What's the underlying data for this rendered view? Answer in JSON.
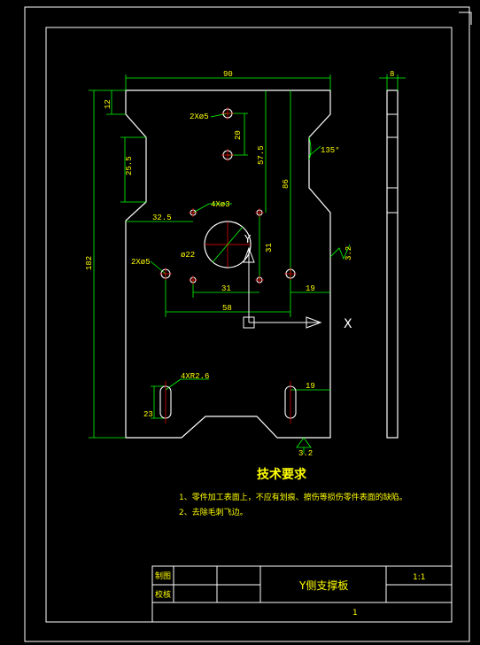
{
  "dimensions": {
    "overall_width": "90",
    "overall_height": "182",
    "top_notch": "12",
    "left_notch": "25.5",
    "hole_pair_vertical": "20",
    "angle": "135°",
    "height_57_5": "57.5",
    "height_86": "86",
    "center_x": "32.5",
    "small_holes_note": "4Xø3",
    "top_holes_note": "2Xø5",
    "mid_holes_note": "2Xø5",
    "big_circle": "ø22",
    "height_31": "31",
    "span_31": "31",
    "right_19_upper": "19",
    "span_58": "58",
    "slot_note": "4XR2.6",
    "slot_height": "23",
    "right_19_lower": "19",
    "roughness_right": "3.2",
    "roughness_bottom": "3.2",
    "side_thickness": "8"
  },
  "axes": {
    "x_label": "X",
    "y_label": "Y"
  },
  "tech": {
    "title": "技术要求",
    "items": [
      "1、零件加工表面上，不应有划痕、擦伤等损伤零件表面的缺陷。",
      "2、去除毛刺飞边。"
    ]
  },
  "title_block": {
    "drawn_label": "制图",
    "checked_label": "校核",
    "part_name": "Y侧支撑板",
    "scale": "1:1",
    "quantity": "1"
  },
  "colors": {
    "outline": "#ffffff",
    "dimension": "#00ff00",
    "hole": "#ff0000",
    "text": "#ffff00",
    "border": "#ffffff"
  }
}
